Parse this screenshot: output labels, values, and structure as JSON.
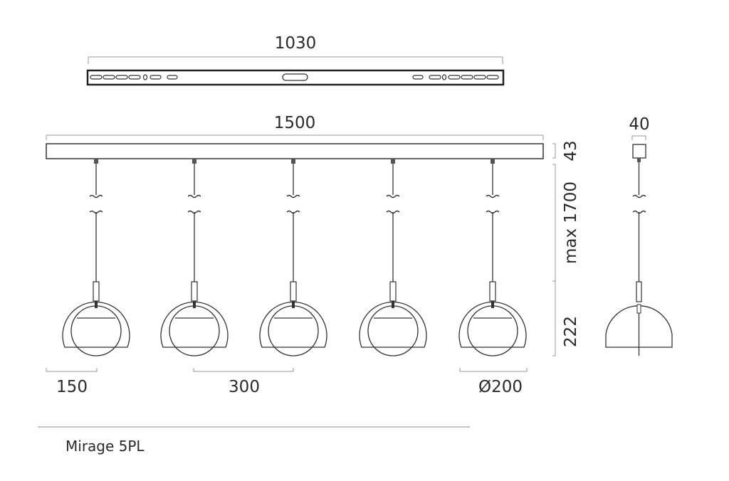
{
  "dimensions": {
    "bracket_width": "1030",
    "canopy_length": "1500",
    "canopy_depth": "40",
    "canopy_height": "43",
    "cable_length": "max 1700",
    "shade_height": "222",
    "end_offset": "150",
    "spacing": "300",
    "diameter": "Ø200"
  },
  "lamp_count": 5,
  "product_name": "Mirage 5PL"
}
